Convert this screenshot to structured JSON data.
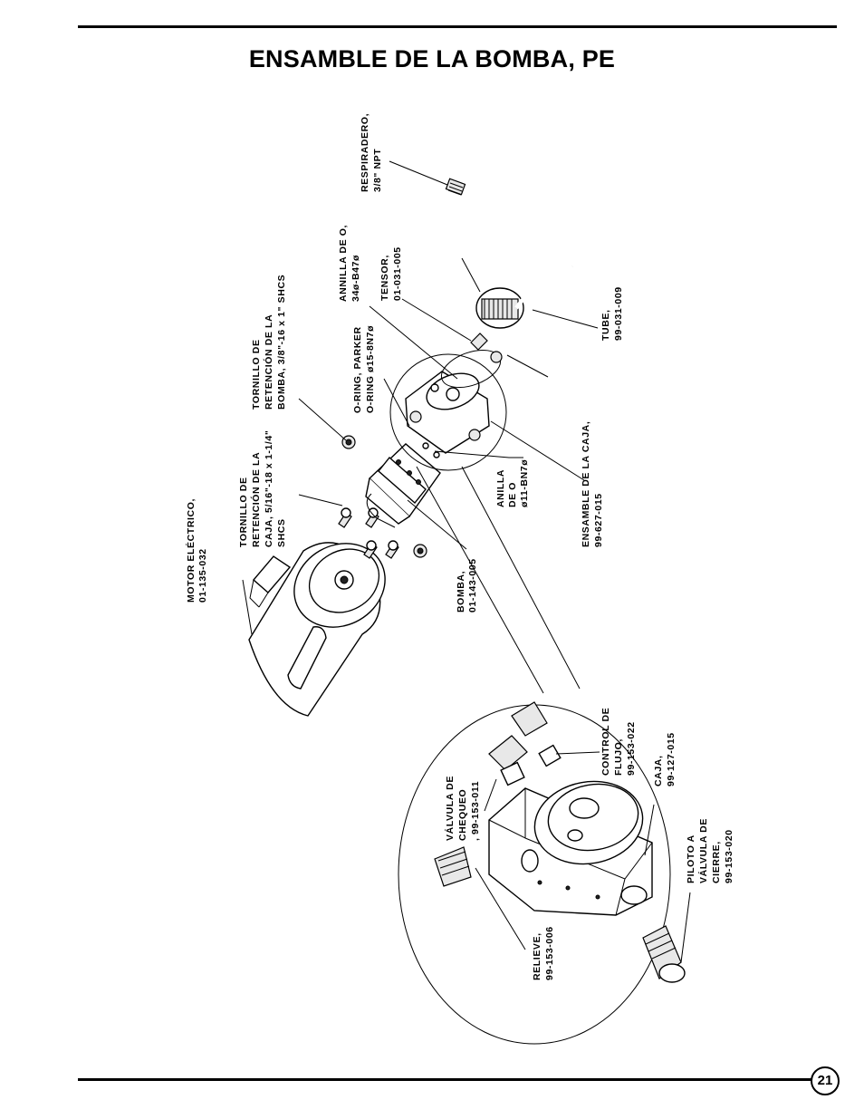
{
  "page": {
    "title": "ENSAMBLE DE LA BOMBA, PE",
    "page_number": "21"
  },
  "callouts": {
    "motor": [
      "MOTOR  ELÉCTRICO,",
      "01-135-032"
    ],
    "tornillo_caja": [
      "TORNILLO  DE",
      "RETENCIÓN DE LA",
      "CAJA, 5/16\"-18 x 1-1/4\"",
      "SHCS"
    ],
    "tornillo_bomba": [
      "TORNILLO  DE",
      "RETENCIÓN DE LA",
      "BOMBA, 3/8\"-16 x 1\" SHCS"
    ],
    "bomba": [
      "BOMBA,",
      "01-143-005"
    ],
    "oring_parker": [
      "O-RING,  PARKER",
      "O-RING  ø15-8N7ø"
    ],
    "anillo_o": [
      "ANILLA",
      "DE O",
      "ø11-BN7ø"
    ],
    "annilla_34": [
      "ANNILLA  DE O,",
      "34ø-B47ø"
    ],
    "tensor": [
      "TENSOR,",
      "01-031-005"
    ],
    "respiradero": [
      "RESPIRADERO,",
      "3/8\" NPT"
    ],
    "tube": [
      "TUBE,",
      "99-031-009"
    ],
    "ensamble_caja": [
      "ENSAMBLE  DE LA CAJA,",
      "99-627-015"
    ],
    "valvula_chequeo": [
      "VÁLVULA DE",
      "CHEQUEO",
      ", 99-153-011"
    ],
    "control_flujo": [
      "CONTROL  DE",
      "FLUJO,",
      "99-153-022"
    ],
    "caja": [
      "CAJA,",
      "99-127-015"
    ],
    "piloto": [
      "PILOTO  A",
      "VÁLVULA DE",
      "CIERRE,",
      "99-153-020"
    ],
    "relieve": [
      "RELIEVE,",
      "99-153-006"
    ]
  }
}
